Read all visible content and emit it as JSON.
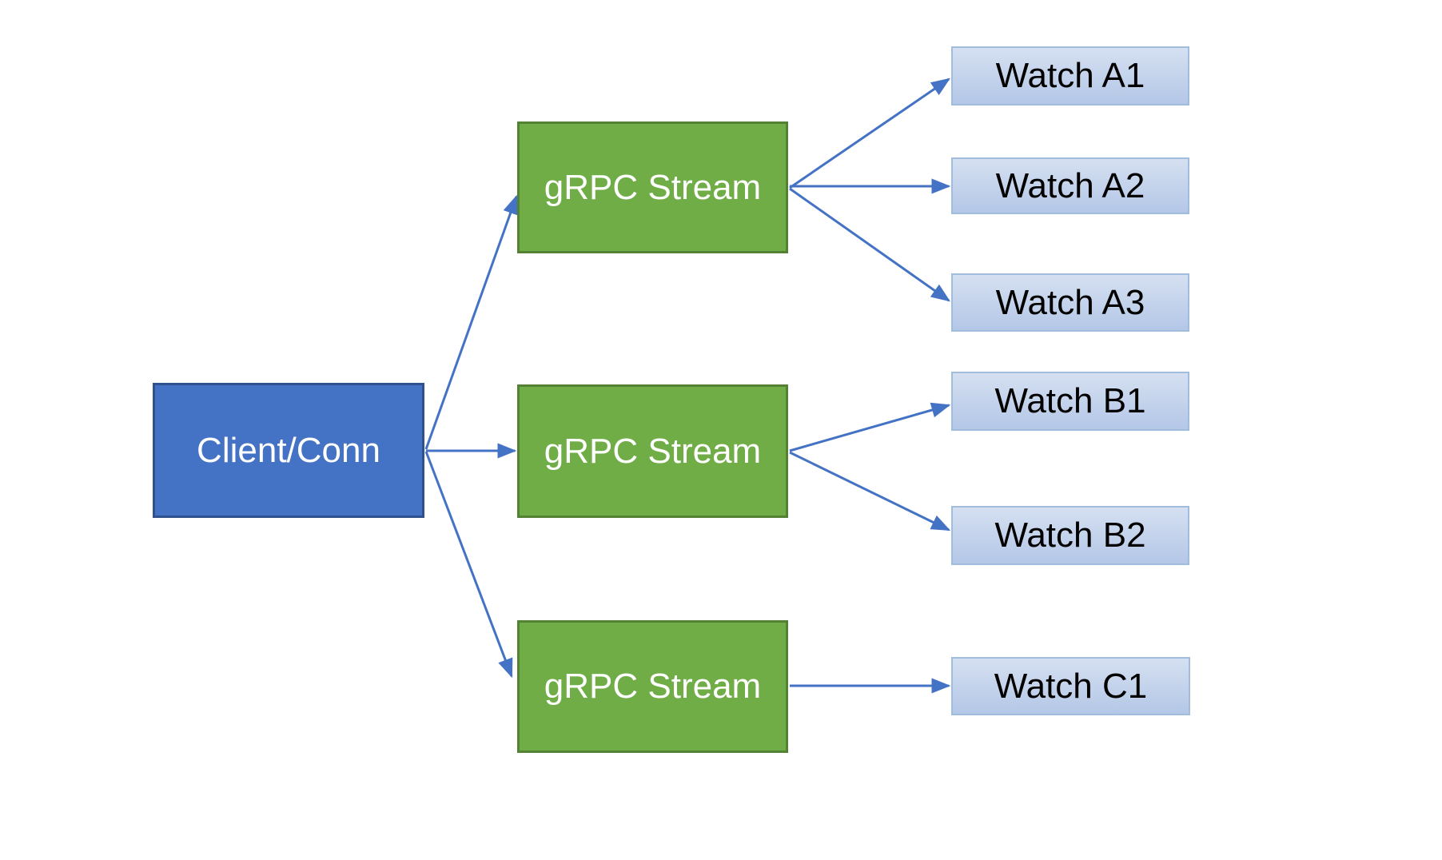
{
  "diagram": {
    "title": "",
    "type": "graph",
    "colors": {
      "client_fill": "#4472C4",
      "client_border": "#2F528F",
      "stream_fill": "#70AD47",
      "stream_border": "#548235",
      "watch_fill_top": "#D5E0F1",
      "watch_fill_bottom": "#B4C7E7",
      "watch_border": "#A2BCDE",
      "arrow": "#4472C4",
      "box_text": "#FFFFFF",
      "watch_text": "#000000",
      "background": "#FFFFFF"
    },
    "nodes": {
      "client": {
        "label": "Client/Conn",
        "type": "client"
      },
      "stream1": {
        "label": "gRPC Stream",
        "type": "stream"
      },
      "stream2": {
        "label": "gRPC Stream",
        "type": "stream"
      },
      "stream3": {
        "label": "gRPC Stream",
        "type": "stream"
      },
      "watchA1": {
        "label": "Watch A1",
        "type": "watch"
      },
      "watchA2": {
        "label": "Watch A2",
        "type": "watch"
      },
      "watchA3": {
        "label": "Watch A3",
        "type": "watch"
      },
      "watchB1": {
        "label": "Watch B1",
        "type": "watch"
      },
      "watchB2": {
        "label": "Watch B2",
        "type": "watch"
      },
      "watchC1": {
        "label": "Watch C1",
        "type": "watch"
      }
    },
    "edges": [
      {
        "from": "client",
        "to": "stream1"
      },
      {
        "from": "client",
        "to": "stream2"
      },
      {
        "from": "client",
        "to": "stream3"
      },
      {
        "from": "stream1",
        "to": "watchA1"
      },
      {
        "from": "stream1",
        "to": "watchA2"
      },
      {
        "from": "stream1",
        "to": "watchA3"
      },
      {
        "from": "stream2",
        "to": "watchB1"
      },
      {
        "from": "stream2",
        "to": "watchB2"
      },
      {
        "from": "stream3",
        "to": "watchC1"
      }
    ]
  }
}
